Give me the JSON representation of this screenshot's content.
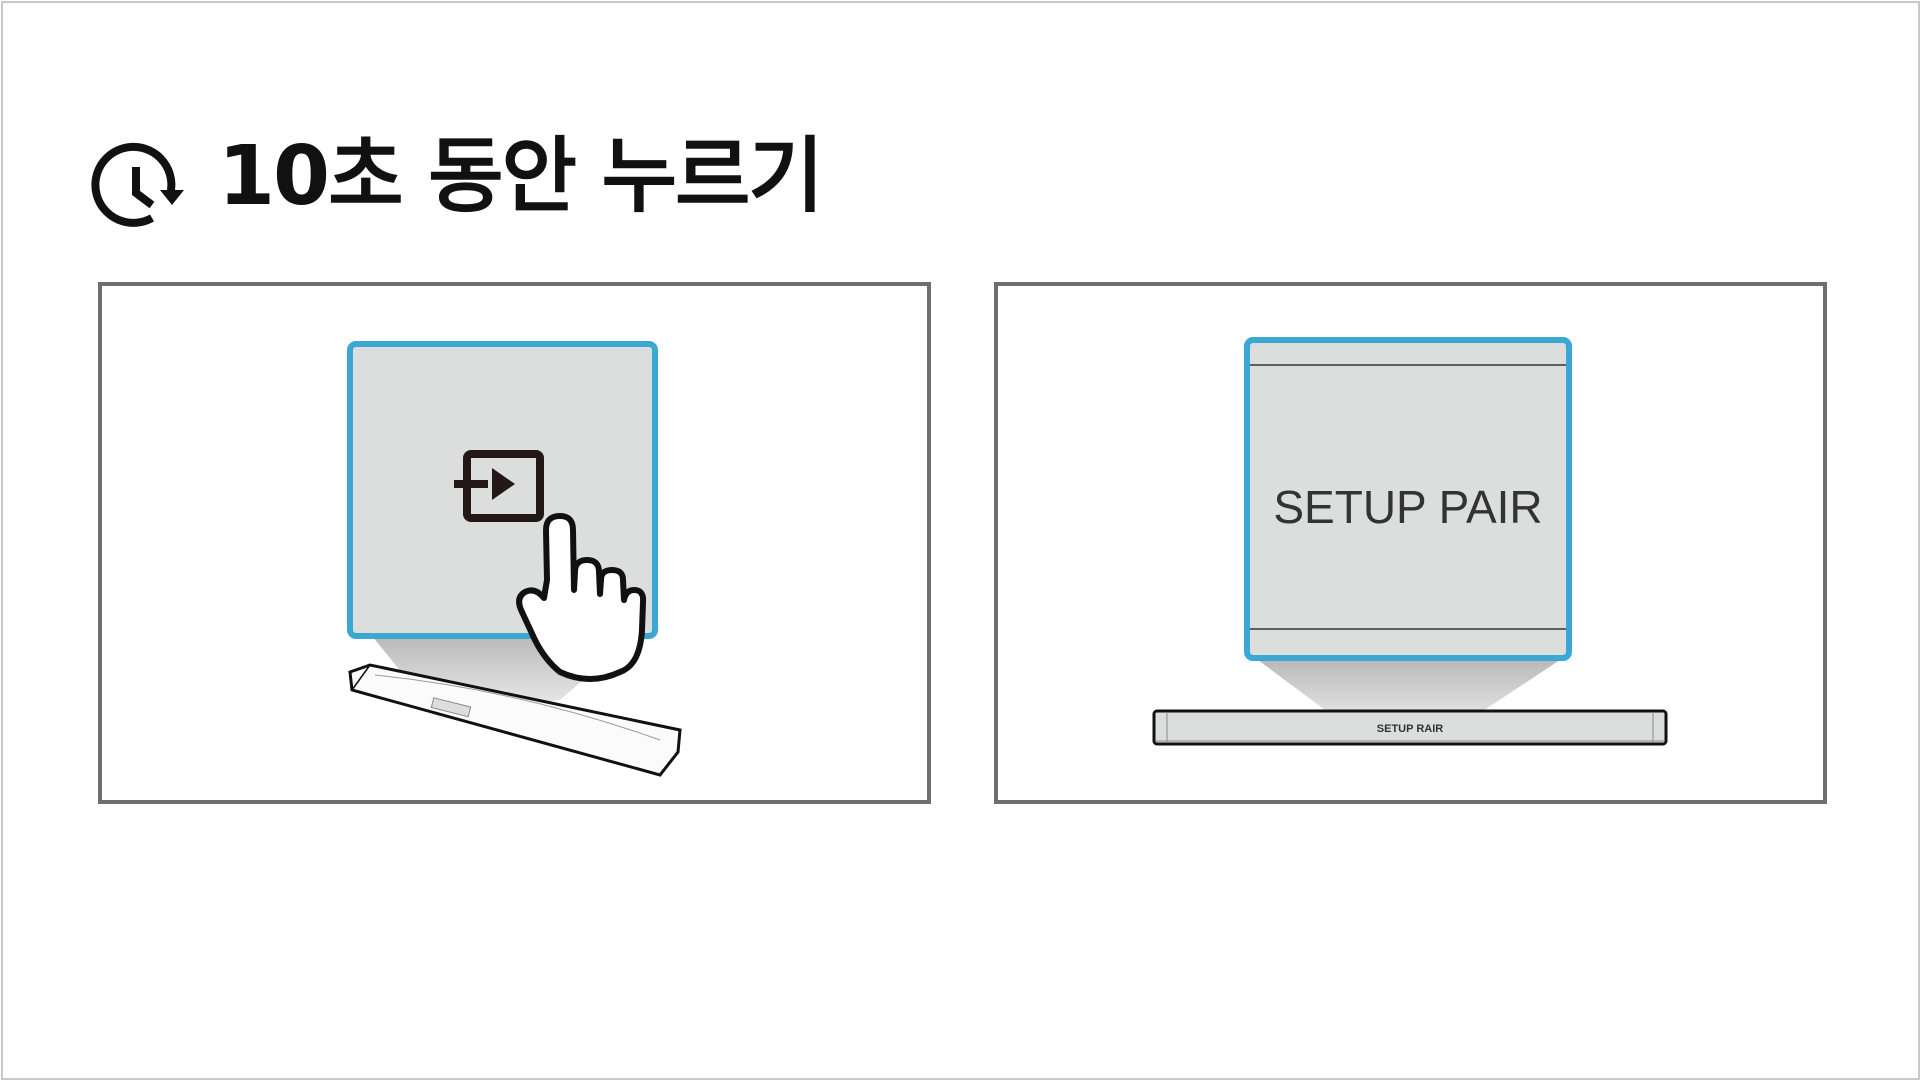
{
  "heading": {
    "icon": "clock-rotate-icon",
    "text": "10초 동안 누르기"
  },
  "panels": [
    {
      "name": "press-input-button",
      "icons": [
        "input-source-icon",
        "pointing-hand-icon"
      ]
    },
    {
      "name": "display-setup-pair",
      "display_text": "SETUP PAIR",
      "soundbar_text": "SETUP RAIR"
    }
  ],
  "colors": {
    "highlight": "#3aa8d0",
    "display_bg": "#dcdedd",
    "panel_border": "#6e6e6e"
  }
}
